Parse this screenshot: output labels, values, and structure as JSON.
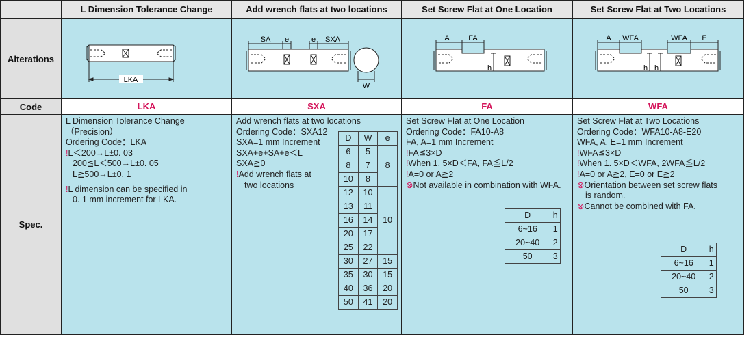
{
  "headers": {
    "lka": "L Dimension Tolerance Change（Precision）",
    "sxa": "Add wrench flats at two locations",
    "fa": "Set Screw Flat at One Location",
    "wfa": "Set Screw Flat at Two Locations"
  },
  "rows": {
    "alterations": "Alterations",
    "code": "Code",
    "spec": "Spec."
  },
  "diagram_labels": {
    "lka": [
      "LKA"
    ],
    "sxa": [
      "SA",
      "e",
      "e",
      "SXA",
      "W"
    ],
    "fa": [
      "A",
      "FA",
      "h"
    ],
    "wfa": [
      "A",
      "WFA",
      "WFA",
      "E",
      "h",
      "h"
    ]
  },
  "codes": {
    "lka": "LKA",
    "sxa": "SXA",
    "fa": "FA",
    "wfa": "WFA"
  },
  "spec": {
    "lka": {
      "lines": [
        "L Dimension Tolerance Change",
        "（Precision）",
        "Ordering Code：LKA"
      ],
      "warn1": "L＜200→L±0. 03",
      "tol2": "200≦L＜500→L±0. 05",
      "tol3": "L≧500→L±0. 1",
      "warn2a": "L dimension can be specified in",
      "warn2b": "0. 1 mm increment for LKA."
    },
    "sxa": {
      "title": "Add wrench flats at two locations",
      "ordering": "Ordering Code：SXA12",
      "l1": "SXA=1 mm Increment",
      "l2": "SXA+e+SA+e＜L",
      "l3": "SXA≧0",
      "warn_a": "Add wrench flats at",
      "warn_b": "two locations",
      "table_head": [
        "D",
        "W",
        "e"
      ],
      "table_rows": [
        [
          "6",
          "5"
        ],
        [
          "8",
          "7"
        ],
        [
          "10",
          "8"
        ],
        [
          "12",
          "10"
        ],
        [
          "13",
          "11"
        ],
        [
          "16",
          "14"
        ],
        [
          "20",
          "17"
        ],
        [
          "25",
          "22"
        ],
        [
          "30",
          "27"
        ],
        [
          "35",
          "30"
        ],
        [
          "40",
          "36"
        ],
        [
          "50",
          "41"
        ]
      ],
      "e_groups": [
        "8",
        "10",
        "15",
        "15",
        "20",
        "20"
      ]
    },
    "fa": {
      "title": "Set Screw Flat at One Location",
      "ordering": "Ordering Code：FA10-A8",
      "l1": "FA, A=1 mm Increment",
      "w1": "FA≦3×D",
      "w2": "When 1. 5×D＜FA, FA≦L/2",
      "w3": "A=0 or A≧2",
      "n1": "Not available in combination with WFA.",
      "table_head": [
        "D",
        "h"
      ],
      "table_rows": [
        [
          "6~16",
          "1"
        ],
        [
          "20~40",
          "2"
        ],
        [
          "50",
          "3"
        ]
      ]
    },
    "wfa": {
      "title": "Set Screw Flat at Two Locations",
      "ordering": "Ordering Code：WFA10-A8-E20",
      "l1": "WFA, A, E=1 mm Increment",
      "w1": "WFA≦3×D",
      "w2": "When 1. 5×D＜WFA, 2WFA≦L/2",
      "w3": "A=0 or A≧2, E=0 or E≧2",
      "n1a": "Orientation between set screw flats",
      "n1b": "is random.",
      "n2": "Cannot be combined with FA.",
      "table_head": [
        "D",
        "h"
      ],
      "table_rows": [
        [
          "6~16",
          "1"
        ],
        [
          "20~40",
          "2"
        ],
        [
          "50",
          "3"
        ]
      ]
    }
  },
  "icons": {
    "warning": "!",
    "prohibited": "⊗"
  },
  "colors": {
    "cell_bg": "#b9e3ec",
    "code_text": "#d4145a",
    "header_bg": "#e6e6e6"
  }
}
